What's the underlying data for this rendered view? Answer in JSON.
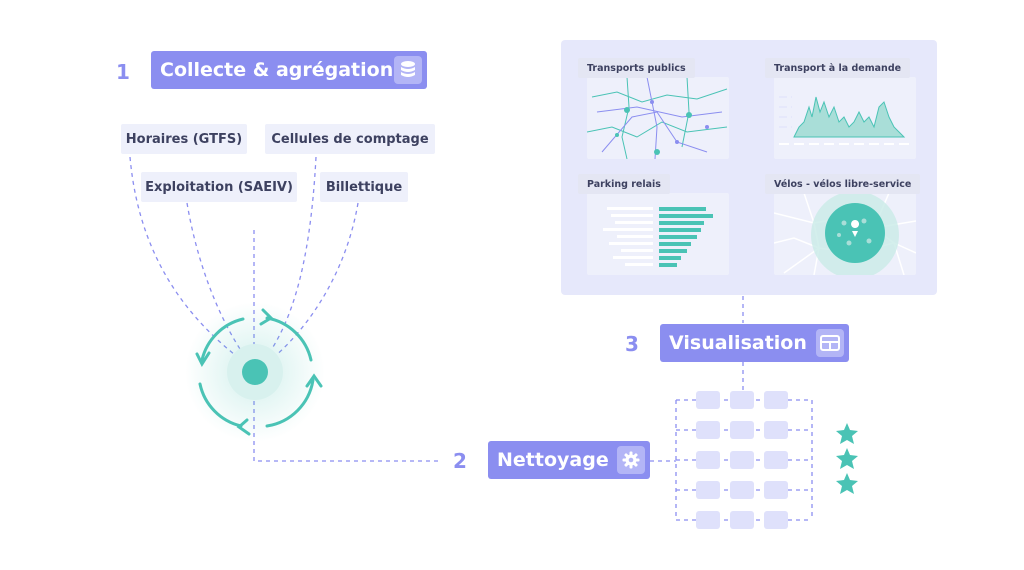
{
  "steps": [
    {
      "number": "1",
      "label": "Collecte & agrégation",
      "icon": "database-icon"
    },
    {
      "number": "2",
      "label": "Nettoyage",
      "icon": "gear-icon"
    },
    {
      "number": "3",
      "label": "Visualisation",
      "icon": "layout-icon"
    }
  ],
  "sources": [
    {
      "label": "Horaires (GTFS)"
    },
    {
      "label": "Cellules de comptage"
    },
    {
      "label": "Exploitation (SAEIV)"
    },
    {
      "label": "Billettique"
    }
  ],
  "dashboard": {
    "cards": [
      {
        "title": "Transports publics",
        "visual": "network-map"
      },
      {
        "title": "Transport à la demande",
        "visual": "area-chart"
      },
      {
        "title": "Parking relais",
        "visual": "horizontal-bar-chart"
      },
      {
        "title": "Vélos - vélos libre-service",
        "visual": "heat-map"
      }
    ]
  },
  "quality_stars": 3,
  "colors": {
    "accent": "#8b8ef0",
    "teal": "#4ac3b5",
    "panel": "#e6e8fb",
    "cell": "#dfe1fb"
  }
}
